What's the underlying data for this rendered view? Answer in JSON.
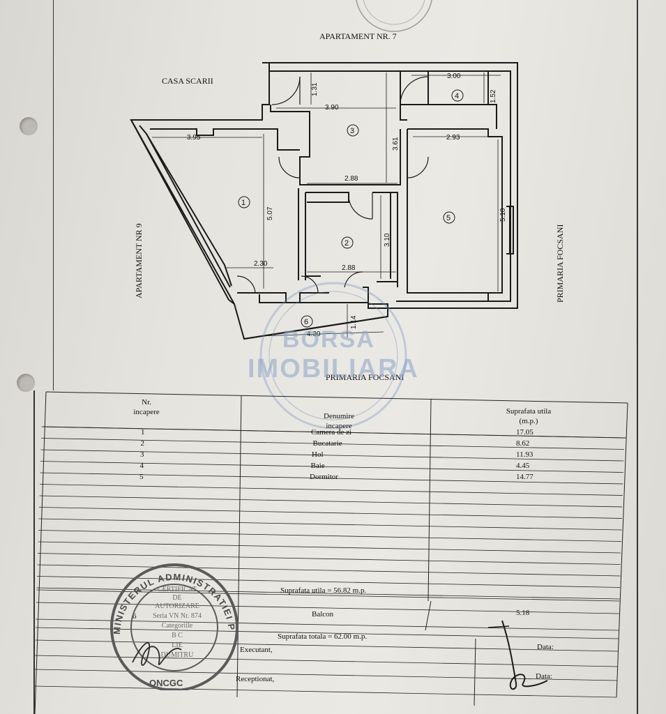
{
  "plan": {
    "top_label": "APARTAMENT NR. 7",
    "stair_label": "CASA SCARII",
    "left_label": "APARTAMENT NR 9",
    "right_label": "PRIMARIA FOCSANI",
    "bottom_label": "PRIMARIA FOCSANI",
    "rooms": [
      "1",
      "2",
      "3",
      "4",
      "5",
      "6"
    ],
    "dimensions": {
      "d_131": "1.31",
      "d_390": "3.90",
      "d_300": "3.00",
      "d_152": "1.52",
      "d_361": "3.61",
      "d_395": "3.95",
      "d_293": "2.93",
      "d_288a": "2.88",
      "d_507": "5.07",
      "d_510": "5.10",
      "d_310": "3.10",
      "d_230": "2.30",
      "d_288b": "2.88",
      "d_114": "1.14",
      "d_430": "4.30"
    }
  },
  "watermark": {
    "line1": "BORSA",
    "line2": "IMOBILIARA"
  },
  "table": {
    "headers": {
      "nr": "Nr.",
      "nr2": "incapere",
      "den": "Denumire",
      "den2": "incapere",
      "sup": "Suprafata utila",
      "sup2": "(m.p.)"
    },
    "rows": [
      {
        "nr": "1",
        "name": "Camera de zi",
        "area": "17.05"
      },
      {
        "nr": "2",
        "name": "Bucatarie",
        "area": "8.62"
      },
      {
        "nr": "3",
        "name": "Hol",
        "area": "11.93"
      },
      {
        "nr": "4",
        "name": "Baie",
        "area": "4.45"
      },
      {
        "nr": "5",
        "name": "Dormitor",
        "area": "14.77"
      }
    ],
    "total_utila": "Suprafata utila = 56.82 m.p.",
    "balcon_nr": "6",
    "balcon_label": "Balcon",
    "balcon_area": "5.18",
    "total": "Suprafata totala = 62.00 m.p.",
    "executant": "Executant,",
    "receptionat": "Receptionat,",
    "data1": "Data:",
    "data2": "Data:"
  },
  "stamp": {
    "ring": "MINISTERUL ADMINISTRATIEI PUBLICE",
    "bottom": "ONCGC",
    "line1": "CERTIFICAT",
    "line2": "DE",
    "line3": "AUTORIZARE",
    "line4": "Seria VN  Nr. 874",
    "line5": "Categoriile",
    "line6": "B C",
    "line7": "LIE",
    "line8": "DUMITRU"
  }
}
